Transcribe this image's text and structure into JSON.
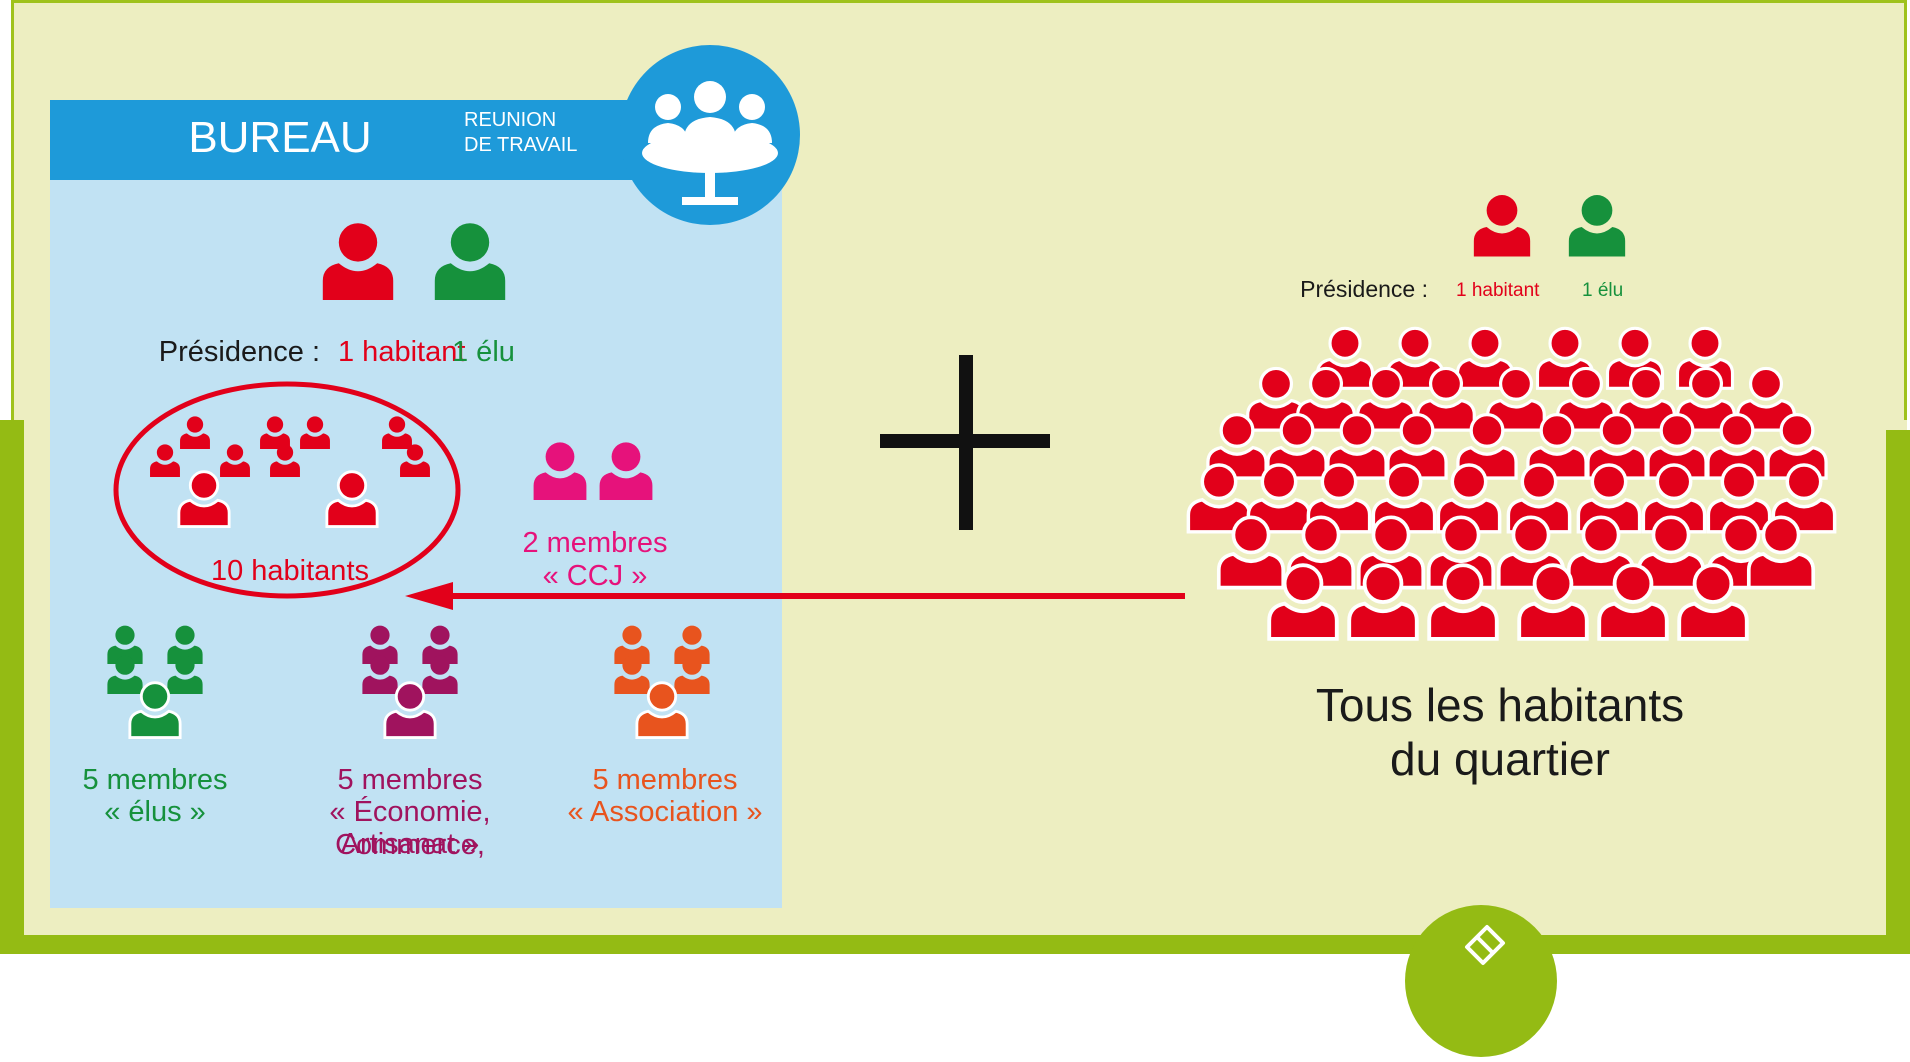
{
  "colors": {
    "background": "#edeec1",
    "frame_green": "#94bb14",
    "panel_blue_light": "#c1e2f3",
    "panel_blue": "#1e9ad9",
    "habitant_red": "#e2001a",
    "elu_green": "#16913c",
    "ccj_pink": "#e6127b",
    "economie_purple": "#a0135e",
    "association_orange": "#e8541e"
  },
  "bureau": {
    "title": "BUREAU",
    "meeting_line1": "REUNION",
    "meeting_line2": "DE TRAVAIL",
    "meeting_icon": "meeting-table-icon",
    "presidence": {
      "label": "Présidence :",
      "habitant": "1 habitant",
      "elu": "1 élu"
    },
    "groups": {
      "habitants": {
        "label": "10 habitants"
      },
      "ccj": {
        "line1": "2 membres",
        "line2": "« CCJ »"
      },
      "elus": {
        "line1": "5 membres",
        "line2": "« élus »"
      },
      "economie": {
        "line1": "5 membres",
        "line2": "« Économie, Commerce,",
        "line3": "Artisanat »"
      },
      "association": {
        "line1": "5 membres",
        "line2": "« Association »"
      }
    }
  },
  "plus_sign": "+",
  "quartier": {
    "presidence": {
      "label": "Présidence :",
      "habitant": "1 habitant",
      "elu": "1 élu"
    },
    "caption_line1": "Tous les habitants",
    "caption_line2": "du quartier"
  },
  "badge_icon": "pencil-icon"
}
